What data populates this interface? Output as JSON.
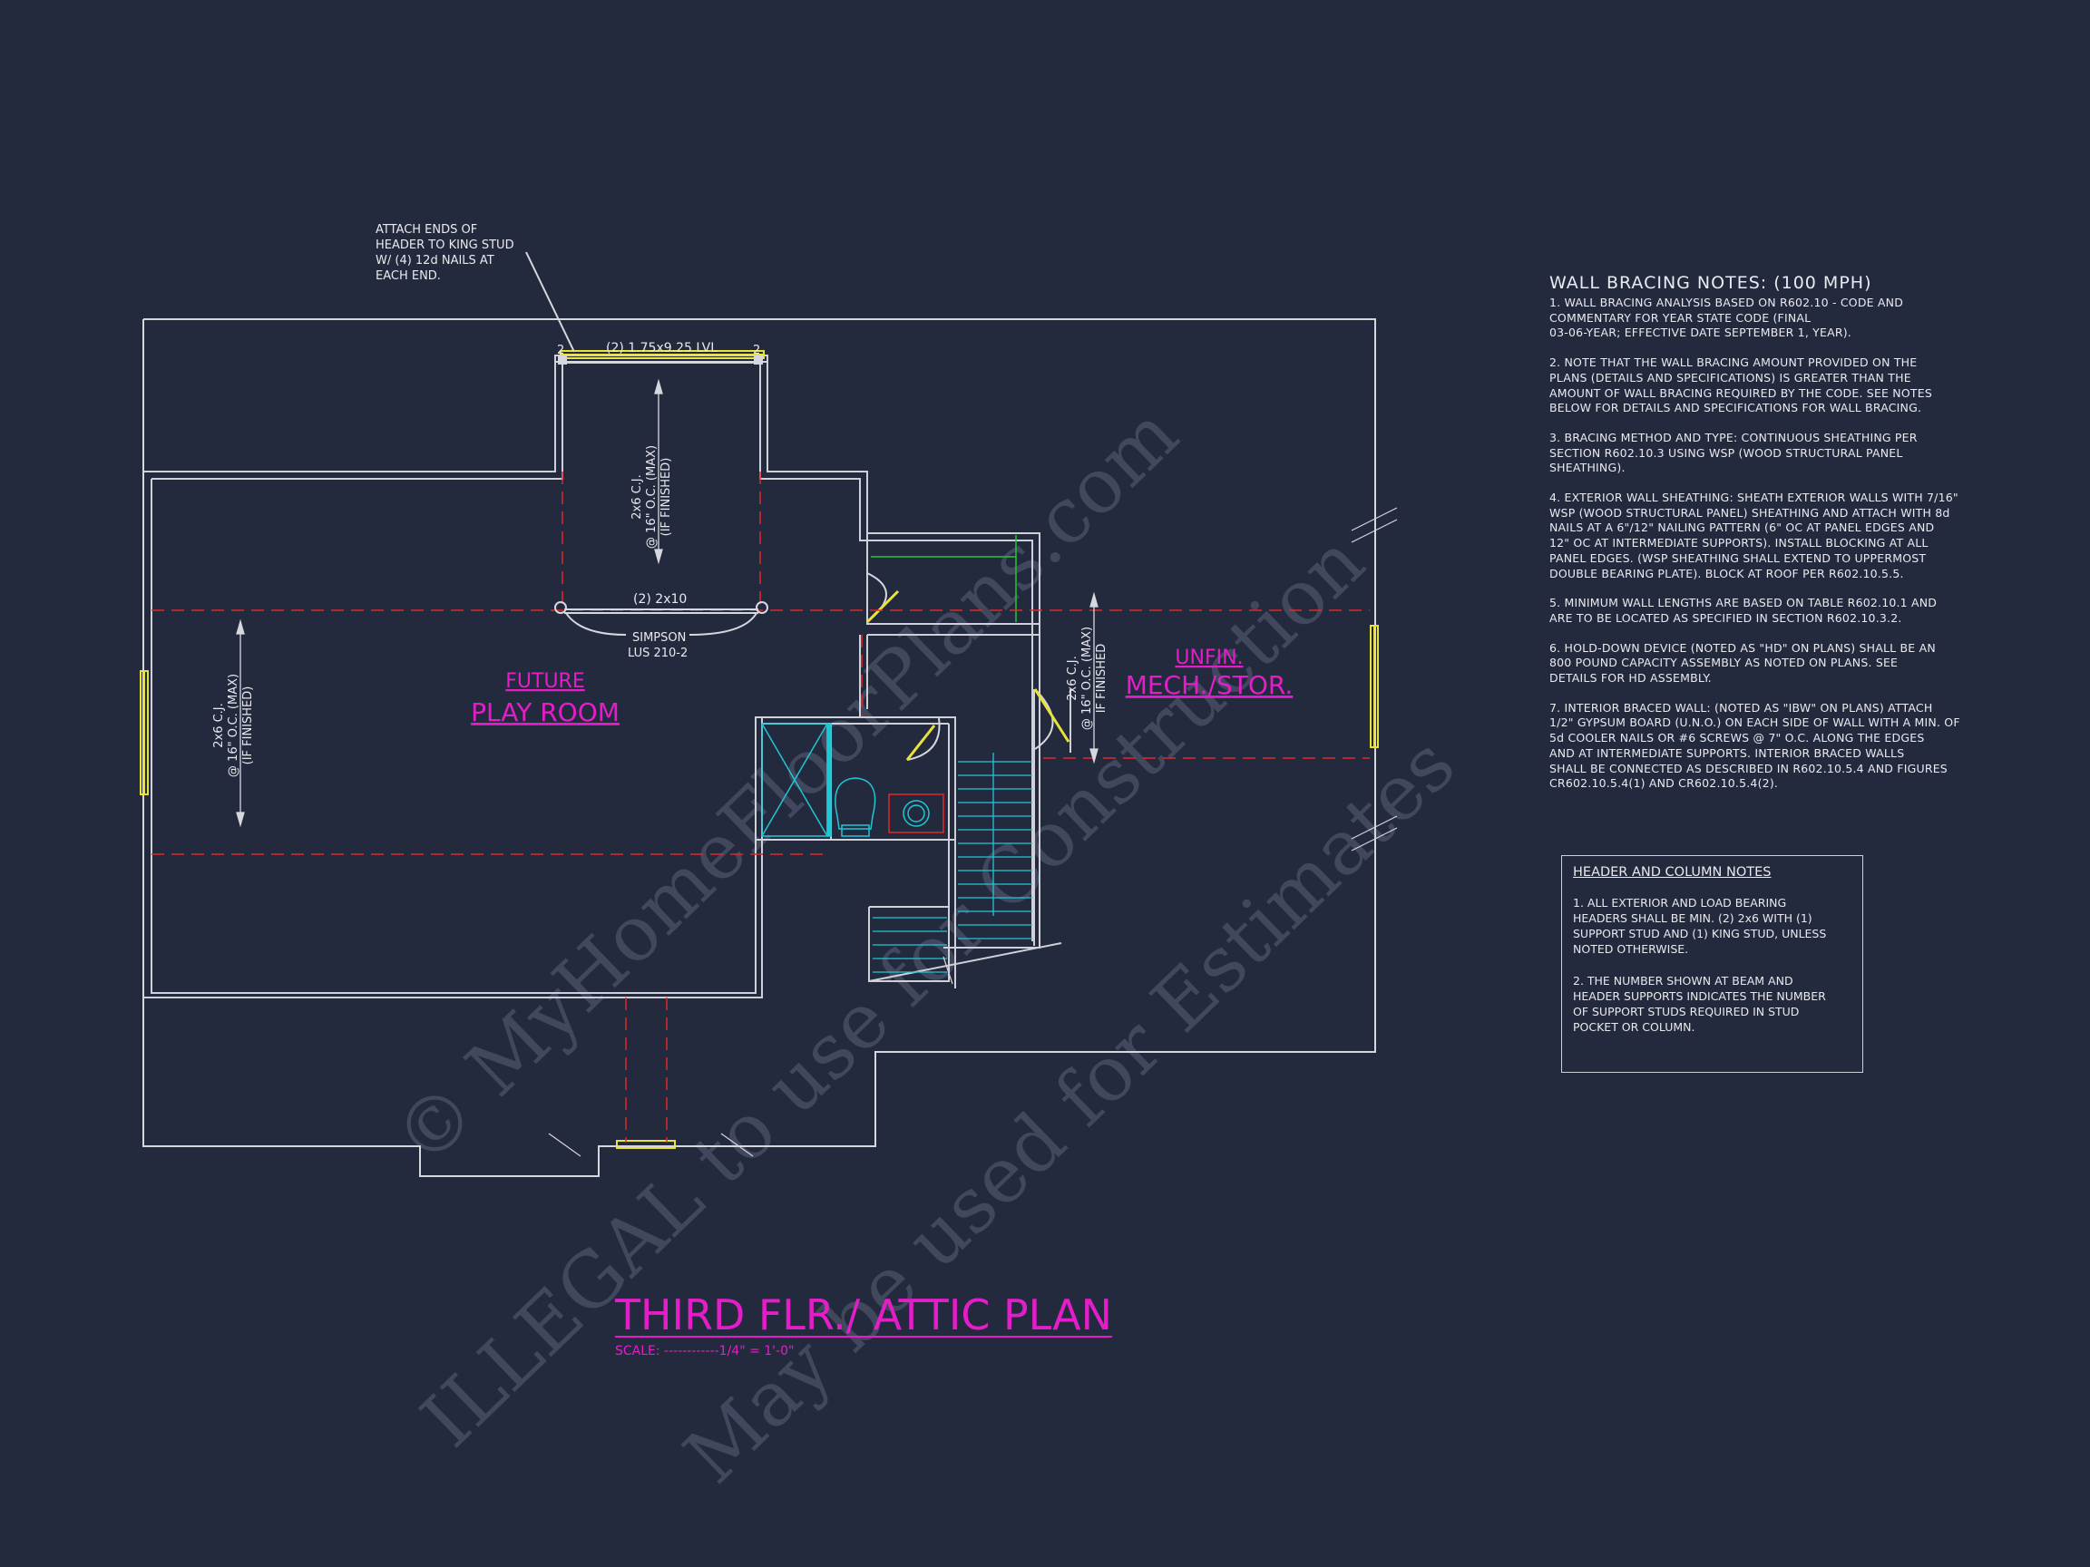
{
  "colors": {
    "background": "#242a3d",
    "walls": "#d7d7de",
    "magenta": "#e31ec9",
    "red_dashed": "#e02828",
    "cyan": "#20c6d6",
    "yellow": "#e8e23a",
    "green": "#25c43a",
    "watermark": "#5a6078"
  },
  "callouts": {
    "attach_header": [
      "ATTACH ENDS OF",
      "HEADER TO KING STUD",
      "W/ (4) 12d NAILS AT",
      "EACH END."
    ],
    "lvl_beam": "(2) 1.75x9.25 LVL",
    "lvl_left_studs": "2",
    "lvl_right_studs": "2",
    "joist_upper": [
      "2x6 C.J.",
      "@ 16\" O.C. (MAX)",
      "(IF FINISHED)"
    ],
    "header_2x10": "(2) 2x10",
    "simpson": [
      "SIMPSON",
      "LUS 210-2"
    ],
    "joist_left": [
      "2x6 C.J.",
      "@ 16\" O.C. (MAX)",
      "(IF FINISHED)"
    ],
    "joist_right": [
      "2x6 C.J.",
      "@ 16\" O.C. (MAX)",
      "IF FINISHED"
    ]
  },
  "rooms": {
    "playroom_line1": "FUTURE",
    "playroom_line2": "PLAY ROOM",
    "mech_line1": "UNFIN.",
    "mech_line2": "MECH./STOR."
  },
  "title": {
    "main": "THIRD FLR./ ATTIC PLAN",
    "scale": "SCALE: ------------1/4\" = 1'-0\""
  },
  "wall_bracing_notes": {
    "heading": "WALL BRACING NOTES: (100 MPH)",
    "items": [
      [
        "1. WALL BRACING ANALYSIS BASED ON R602.10 - CODE AND",
        "COMMENTARY FOR YEAR STATE CODE (FINAL",
        "03-06-YEAR; EFFECTIVE DATE SEPTEMBER 1, YEAR)."
      ],
      [
        "2. NOTE THAT THE WALL BRACING AMOUNT PROVIDED ON THE",
        "PLANS (DETAILS AND SPECIFICATIONS) IS GREATER THAN THE",
        "AMOUNT OF WALL BRACING REQUIRED BY THE CODE. SEE NOTES",
        "BELOW FOR DETAILS AND SPECIFICATIONS FOR WALL BRACING."
      ],
      [
        "3. BRACING METHOD AND TYPE: CONTINUOUS SHEATHING PER",
        "SECTION R602.10.3 USING WSP (WOOD STRUCTURAL PANEL",
        "SHEATHING)."
      ],
      [
        "4. EXTERIOR WALL SHEATHING: SHEATH EXTERIOR WALLS WITH 7/16\"",
        "WSP (WOOD STRUCTURAL PANEL) SHEATHING AND ATTACH WITH 8d",
        "NAILS AT A 6\"/12\" NAILING PATTERN (6\" OC AT PANEL EDGES AND",
        "12\" OC AT INTERMEDIATE SUPPORTS). INSTALL BLOCKING AT ALL",
        "PANEL EDGES. (WSP SHEATHING SHALL EXTEND TO UPPERMOST",
        "DOUBLE BEARING PLATE). BLOCK AT ROOF PER R602.10.5.5."
      ],
      [
        "5. MINIMUM WALL LENGTHS ARE BASED ON TABLE R602.10.1 AND",
        "ARE TO BE LOCATED AS SPECIFIED IN SECTION R602.10.3.2."
      ],
      [
        "6. HOLD-DOWN DEVICE (NOTED AS \"HD\" ON PLANS) SHALL BE AN",
        "800 POUND CAPACITY ASSEMBLY AS NOTED ON PLANS. SEE",
        "DETAILS FOR HD ASSEMBLY."
      ],
      [
        "7. INTERIOR BRACED WALL: (NOTED AS \"IBW\" ON PLANS) ATTACH",
        "1/2\" GYPSUM BOARD (U.N.O.) ON EACH SIDE OF WALL WITH A MIN. OF",
        "5d COOLER NAILS OR #6 SCREWS @ 7\" O.C. ALONG THE EDGES",
        "AND AT INTERMEDIATE SUPPORTS.  INTERIOR BRACED WALLS",
        "SHALL BE CONNECTED AS DESCRIBED IN R602.10.5.4 AND FIGURES",
        "CR602.10.5.4(1) AND CR602.10.5.4(2)."
      ]
    ]
  },
  "header_column_notes": {
    "heading": "HEADER AND COLUMN NOTES",
    "items": [
      [
        "1. ALL EXTERIOR AND LOAD BEARING",
        "HEADERS SHALL BE MIN. (2) 2x6 WITH (1)",
        "SUPPORT STUD AND (1) KING STUD, UNLESS",
        "NOTED OTHERWISE."
      ],
      [
        "2. THE NUMBER SHOWN AT BEAM AND",
        "HEADER SUPPORTS INDICATES THE NUMBER",
        "OF SUPPORT STUDS REQUIRED IN STUD",
        "POCKET OR COLUMN."
      ]
    ]
  },
  "watermark": {
    "line1": "© MyHomeFloorPlans.com",
    "line2": "ILLEGAL to use for Construction",
    "line3": "May be used for Estimates"
  }
}
